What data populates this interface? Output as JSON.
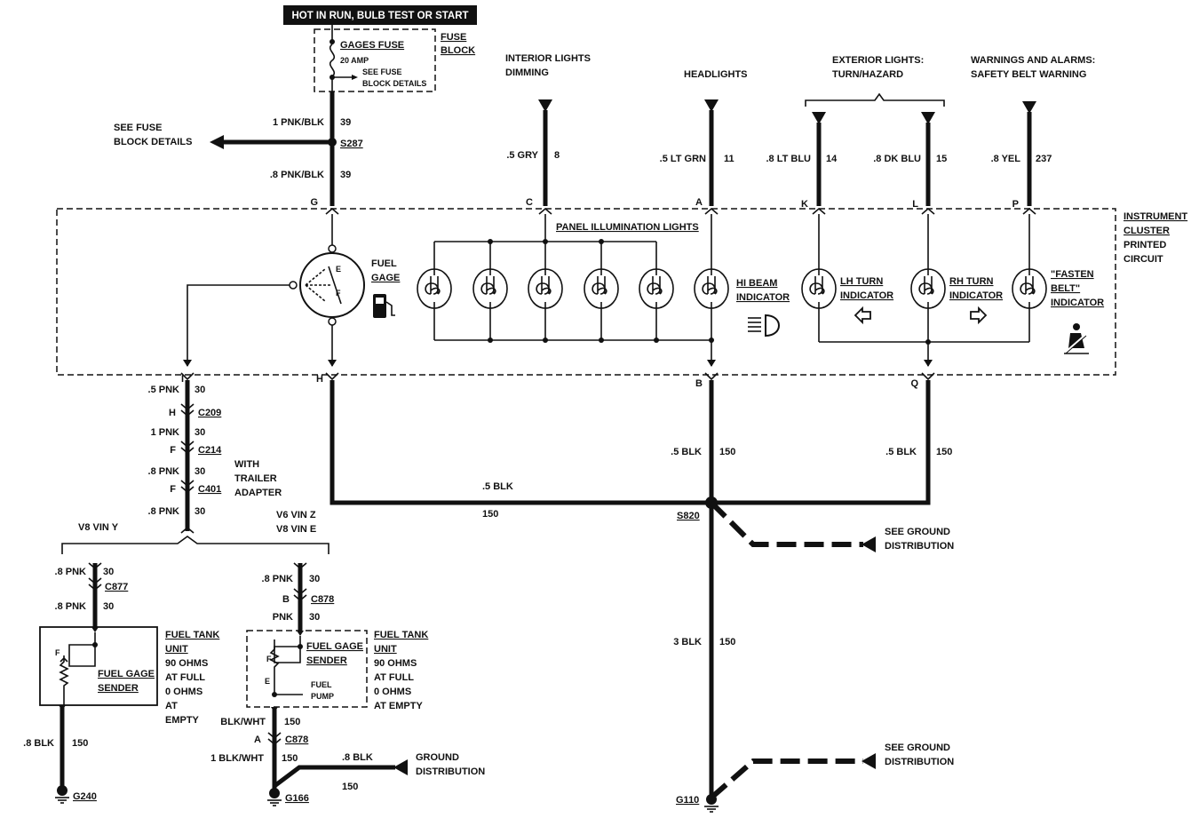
{
  "header": {
    "power_label": "HOT IN RUN, BULB TEST OR START"
  },
  "fuse": {
    "name": "GAGES FUSE",
    "rating": "20 AMP",
    "see_fuse_line1": "SEE FUSE",
    "see_fuse_line2": "BLOCK DETAILS",
    "block_line1": "FUSE",
    "block_line2": "BLOCK"
  },
  "circuits": {
    "interior_line1": "INTERIOR LIGHTS",
    "interior_line2": "DIMMING",
    "headlights": "HEADLIGHTS",
    "exterior_line1": "EXTERIOR LIGHTS:",
    "exterior_line2": "TURN/HAZARD",
    "warnings_line1": "WARNINGS AND ALARMS:",
    "warnings_line2": "SAFETY BELT WARNING"
  },
  "left_branch": {
    "see_fuse_line1": "SEE FUSE",
    "see_fuse_line2": "BLOCK DETAILS",
    "wire_top": "1 PNK/BLK",
    "wire_top_num": "39",
    "splice": "S287",
    "wire_bottom": ".8 PNK/BLK",
    "wire_bottom_num": "39"
  },
  "wires": {
    "gry": ".5 GRY",
    "gry_num": "8",
    "lt_grn": ".5 LT GRN",
    "lt_grn_num": "11",
    "lt_blu": ".8 LT BLU",
    "lt_blu_num": "14",
    "dk_blu": ".8 DK BLU",
    "dk_blu_num": "15",
    "yel": ".8 YEL",
    "yel_num": "237"
  },
  "pins": {
    "g": "G",
    "c": "C",
    "a": "A",
    "k": "K",
    "l": "L",
    "p": "P",
    "i": "I",
    "h": "H",
    "b": "B",
    "q": "Q"
  },
  "cluster": {
    "label_line1": "INSTRUMENT",
    "label_line2": "CLUSTER",
    "label_line3": "PRINTED",
    "label_line4": "CIRCUIT",
    "panel_lights": "PANEL ILLUMINATION LIGHTS",
    "fuel_gage_line1": "FUEL",
    "fuel_gage_line2": "GAGE",
    "gage_e": "E",
    "gage_f": "F",
    "hi_beam_line1": "HI BEAM",
    "hi_beam_line2": "INDICATOR",
    "lh_turn_line1": "LH TURN",
    "lh_turn_line2": "INDICATOR",
    "rh_turn_line1": "RH TURN",
    "rh_turn_line2": "INDICATOR",
    "fasten_line1": "\"FASTEN",
    "fasten_line2": "BELT\"",
    "fasten_line3": "INDICATOR"
  },
  "sender_path": {
    "w1": ".5 PNK",
    "w1_num": "30",
    "c209_pin": "H",
    "c209": "C209",
    "w2": "1 PNK",
    "w2_num": "30",
    "c214_pin": "F",
    "c214": "C214",
    "w3": ".8 PNK",
    "w3_num": "30",
    "trailer_line1": "WITH",
    "trailer_line2": "TRAILER",
    "trailer_line3": "ADAPTER",
    "c401_pin": "F",
    "c401": "C401",
    "w4": ".8 PNK",
    "w4_num": "30"
  },
  "ground_main": {
    "h_wire": ".5 BLK",
    "h_wire_num": "150",
    "b_wire": ".5 BLK",
    "b_wire_num": "150",
    "q_wire": ".5 BLK",
    "q_wire_num": "150",
    "splice": "S820",
    "see_ground_line1": "SEE GROUND",
    "see_ground_line2": "DISTRIBUTION",
    "main_wire": "3 BLK",
    "main_wire_num": "150",
    "ground": "G110",
    "see_ground2_line1": "SEE GROUND",
    "see_ground2_line2": "DISTRIBUTION"
  },
  "v8y": {
    "engine": "V8 VIN Y",
    "w1": ".8 PNK",
    "w1_num": "30",
    "connector": "C877",
    "w2": ".8 PNK",
    "w2_num": "30",
    "pin_f": "F",
    "sender_line1": "FUEL GAGE",
    "sender_line2": "SENDER",
    "unit_line1": "FUEL TANK",
    "unit_line2": "UNIT",
    "unit_line3": "90 OHMS",
    "unit_line4": "AT FULL",
    "unit_line5": "0 OHMS",
    "unit_line6": "AT",
    "unit_line7": "EMPTY",
    "gw": ".8 BLK",
    "gw_num": "150",
    "ground": "G240"
  },
  "v6z": {
    "engine_line1": "V6 VIN Z",
    "engine_line2": "V8 VIN E",
    "w1": ".8 PNK",
    "w1_num": "30",
    "pin_b": "B",
    "connector": "C878",
    "w2": "PNK",
    "w2_num": "30",
    "pin_f": "F",
    "pin_e": "E",
    "sender_line1": "FUEL GAGE",
    "sender_line2": "SENDER",
    "pump_line1": "FUEL",
    "pump_line2": "PUMP",
    "unit_line1": "FUEL TANK",
    "unit_line2": "UNIT",
    "unit_line3": "90 OHMS",
    "unit_line4": "AT FULL",
    "unit_line5": "0 OHMS",
    "unit_line6": "AT EMPTY",
    "gw1": "BLK/WHT",
    "gw1_num": "150",
    "pin_a": "A",
    "connector2": "C878",
    "gw2": "1 BLK/WHT",
    "gw2_num": "150",
    "branch": ".8 BLK",
    "branch_num": "150",
    "ground_dist_line1": "GROUND",
    "ground_dist_line2": "DISTRIBUTION",
    "ground": "G166"
  }
}
